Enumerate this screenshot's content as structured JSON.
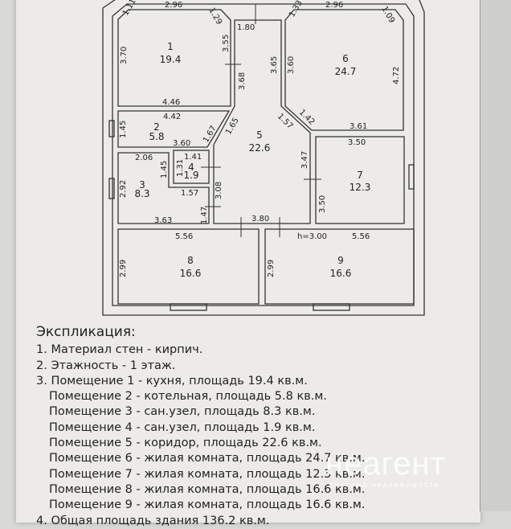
{
  "plan": {
    "rooms": [
      {
        "n": "1",
        "area": "19.4"
      },
      {
        "n": "2",
        "area": "5.8"
      },
      {
        "n": "3",
        "area": "8.3"
      },
      {
        "n": "4",
        "area": "1.9"
      },
      {
        "n": "5",
        "area": "22.6"
      },
      {
        "n": "6",
        "area": "24.7"
      },
      {
        "n": "7",
        "area": "12.3"
      },
      {
        "n": "8",
        "area": "16.6"
      },
      {
        "n": "9",
        "area": "16.6"
      }
    ],
    "dims": [
      "2.96",
      "1.11",
      "1.29",
      "1.80",
      "1.33",
      "2.96",
      "1.09",
      "3.70",
      "3.55",
      "3.68",
      "3.65",
      "3.60",
      "4.72",
      "4.46",
      "4.42",
      "1.45",
      "3.60",
      "1.67",
      "1.65",
      "1.57",
      "1.42",
      "3.61",
      "3.50",
      "3.47",
      "3.50",
      "2.06",
      "1.41",
      "1.31",
      "1.45",
      "2.92",
      "1.57",
      "3.08",
      "1.47",
      "3.63",
      "3.80",
      "5.56",
      "2.99",
      "2.99",
      "h=3.00",
      "5.56"
    ]
  },
  "explication": {
    "title": "Экспликация:",
    "lines": [
      "1. Материал стен - кирпич.",
      "2. Этажность - 1 этаж.",
      "3. Помещение 1 - кухня, площадь 19.4 кв.м.",
      "Помещение 2 - котельная, площадь 5.8 кв.м.",
      "Помещение 3 - сан.узел, площадь 8.3 кв.м.",
      "Помещение 4 - сан.узел, площадь 1.9 кв.м.",
      "Помещение 5 - коридор, площадь 22.6 кв.м.",
      "Помещение 6 - жилая комната, площадь 24.7 кв.м.",
      "Помещение 7 - жилая комната, площадь 12.3 кв.м.",
      "Помещение 8 - жилая комната, площадь 16.6 кв.м.",
      "Помещение 9 - жилая комната, площадь 16.6 кв.м.",
      "4. Общая площадь здания 136.2 кв.м."
    ]
  },
  "watermark": {
    "brand": "неагент",
    "tagline": "система недвижимости"
  }
}
